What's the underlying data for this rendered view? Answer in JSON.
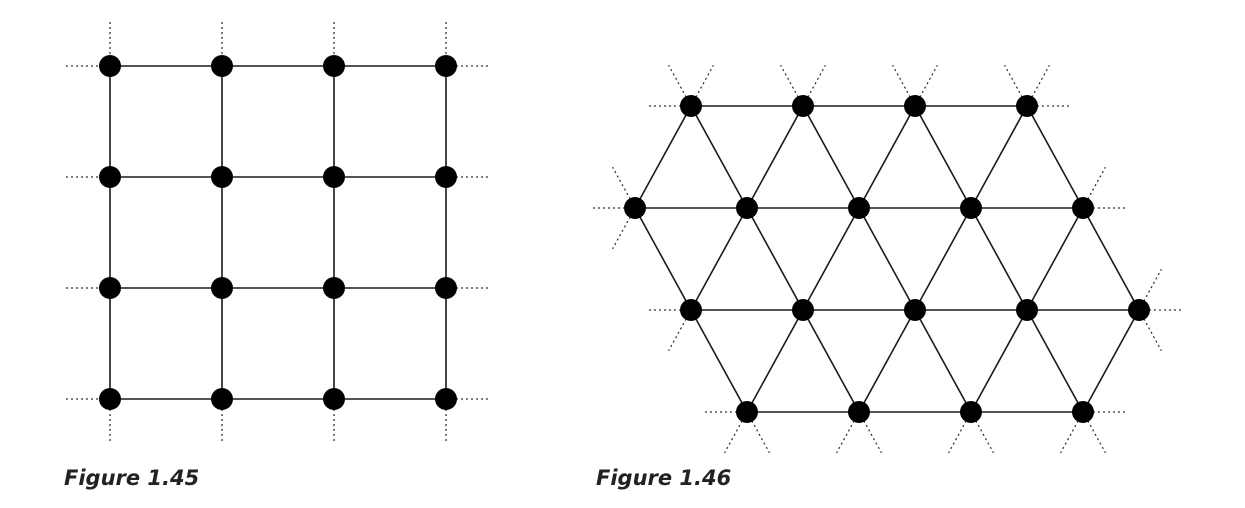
{
  "figures": [
    {
      "caption": "Figure 1.45",
      "lattice": "square",
      "rows": 4,
      "columns": 4
    },
    {
      "caption": "Figure 1.46",
      "lattice": "triangular",
      "rows": 4,
      "nodes_per_row": [
        4,
        5,
        5,
        4
      ]
    }
  ],
  "colors": {
    "line": "#1a1a1a",
    "node": "#000000",
    "dotted": "#333333",
    "caption": "#222222"
  }
}
